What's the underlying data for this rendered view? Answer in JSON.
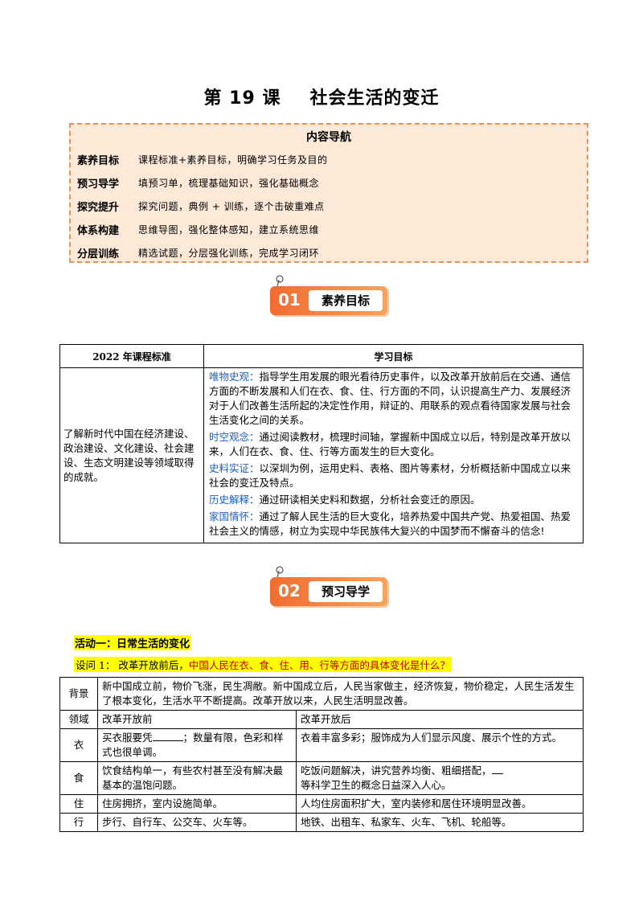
{
  "title": {
    "lesson": "第 19 课",
    "topic": "社会生活的变迁"
  },
  "nav": {
    "heading": "内容导航",
    "rows": [
      {
        "key": "素养目标",
        "value": "课程标准+素养目标，明确学习任务及目的"
      },
      {
        "key": "预习导学",
        "value": "填预习单，梳理基础知识，强化基础概念"
      },
      {
        "key": "探究提升",
        "value": "探究问题，典例 + 训练，逐个击破重难点"
      },
      {
        "key": "体系构建",
        "value": "思维导图，强化整体感知，建立系统思维"
      },
      {
        "key": "分层训练",
        "value": "精选试题，分层强化训练，完成学习闭环"
      }
    ]
  },
  "banner1": {
    "num": "01",
    "label": "素养目标"
  },
  "banner2": {
    "num": "02",
    "label": "预习导学"
  },
  "goals": {
    "col1": "2022 年课程标准",
    "col2": "学习目标",
    "standard": "了解新时代中国在经济建设、政治建设、文化建设、社会建设、生态文明建设等领域取得的成就。",
    "items": [
      {
        "key": "唯物史观：",
        "text": "指导学生用发展的眼光看待历史事件，以及改革开放前后在交通、通信方面的不断发展和人们在衣、食、住、行方面的不同，认识提高生产力、发展经济对于人们改善生活所起的决定性作用，辩证的、用联系的观点看待国家发展与社会生活变化之间的关系。"
      },
      {
        "key": "时空观念：",
        "text": "通过阅读教材，梳理时间轴，掌握新中国成立以后，特别是改革开放以来，人们在衣、食、住、行等方面发生的巨大变化。"
      },
      {
        "key": "史料实证：",
        "text": "以深圳为例，运用史料、表格、图片等素材，分析概括新中国成立以来社会的变迁及特点。"
      },
      {
        "key": "历史解释：",
        "text": "通过研读相关史料和数据，分析社会变迁的原因。"
      },
      {
        "key": "家国情怀：",
        "text": "通过了解人民生活的巨大变化，培养热爱中国共产党、热爱祖国、热爱社会主义的情感，树立为实现中华民族伟大复兴的中国梦而不懈奋斗的信念!"
      }
    ]
  },
  "activity": {
    "title": "活动一：日常生活的变化"
  },
  "question": {
    "prefix": "设问 1：  改革开放前后，",
    "highlight": "中国人民在衣、食、住、用、行等方面的具体变化是什么？"
  },
  "life": {
    "background_key": "背景",
    "background_text": "新中国成立前，物价飞涨，民生凋敝。新中国成立后，人民当家做主，经济恢复，物价稳定，人民生活发生了根本变化，生活水平不断提高。改革开放以来，人民生活明显改善。",
    "header": {
      "k": "领域",
      "before": "改革开放前",
      "after": "改革开放后"
    },
    "rows": [
      {
        "k": "衣",
        "before_a": "买衣服要凭",
        "before_b": "；数量有限，色彩和样式也很单调。",
        "after": "衣着丰富多彩；服饰成为人们显示风度、展示个性的方式。"
      },
      {
        "k": "食",
        "before": "饮食结构单一，有些农村甚至没有解决最基本的温饱问题。",
        "after_a": "吃饭问题解决，讲究营养均衡、粗细搭配，",
        "after_b": "等科学卫生的概念日益深入人心。"
      },
      {
        "k": "住",
        "before": "住房拥挤，室内设施简单。",
        "after": "人均住房面积扩大，室内装修和居住环境明显改善。"
      },
      {
        "k": "行",
        "before": "步行、自行车、公交车、火车等。",
        "after": "地铁、出租车、私家车、火车、飞机、轮船等。"
      }
    ]
  }
}
